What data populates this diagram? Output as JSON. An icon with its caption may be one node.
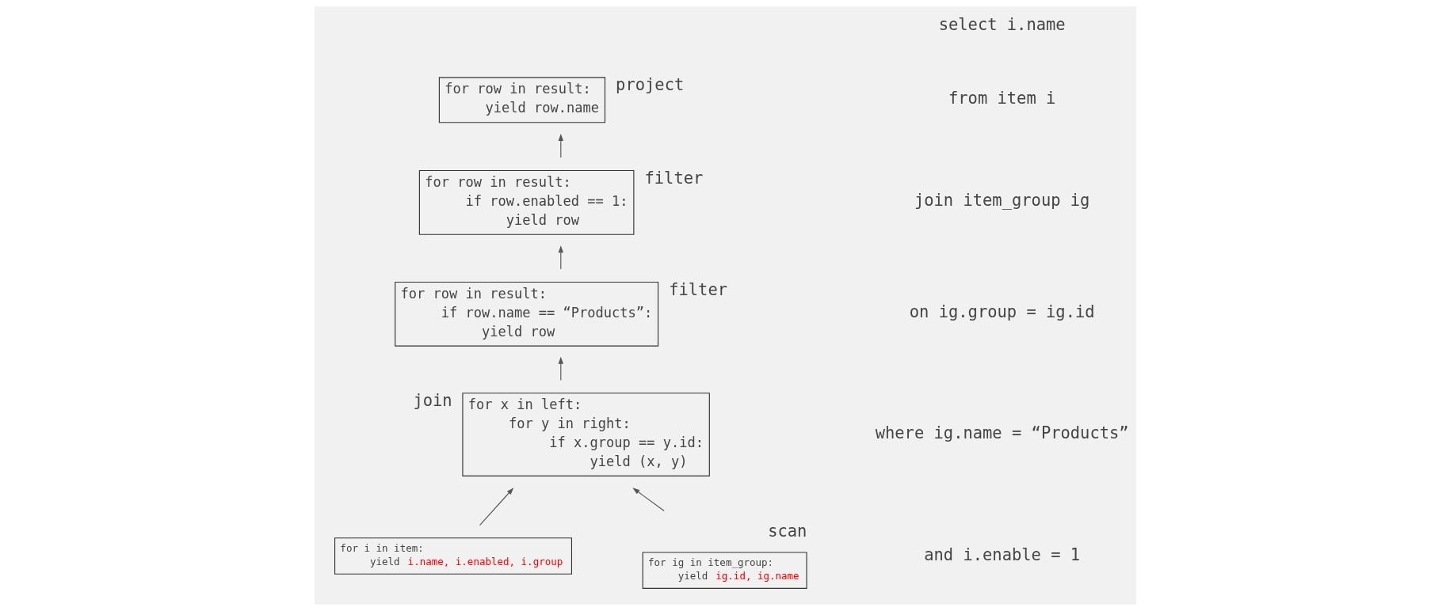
{
  "diagram": {
    "nodes": [
      {
        "text": [
          "for row in result:",
          "yield row.name"
        ],
        "beside": [
          "project"
        ]
      },
      {
        "text": [
          "for row in result:",
          "if row.enabled == 1:",
          "yield row"
        ],
        "beside": [
          "filter"
        ]
      },
      {
        "text": [
          "for row in result:",
          "if row.name == “Products”:",
          "yield row"
        ],
        "beside": [
          "filter"
        ]
      },
      {
        "text": [
          "for x in left:",
          "for y in right:",
          "if x.group == y.id:",
          "yield (x, y)"
        ],
        "beside": [
          "join"
        ]
      },
      {
        "text": [
          "for i in item:",
          "yield",
          "i.name, i.enabled, i.group"
        ]
      },
      {
        "text": [
          "for ig in item_group:",
          "yield",
          "ig.id, ig.name"
        ],
        "beside": [
          "scan"
        ]
      }
    ],
    "edges": [
      {
        "from": 1,
        "to": 0,
        "arrow": "to"
      },
      {
        "from": 2,
        "to": 1,
        "arrow": "to"
      },
      {
        "from": 3,
        "to": 2,
        "arrow": "to"
      },
      {
        "from": 4,
        "to": 3,
        "arrow": "to"
      },
      {
        "from": 5,
        "to": 3,
        "arrow": "to"
      }
    ],
    "labels": [
      "select i.name",
      "from item i",
      "join item_group ig",
      "on ig.group = ig.id",
      "where ig.name = “Products”",
      "and i.enable = 1"
    ]
  }
}
